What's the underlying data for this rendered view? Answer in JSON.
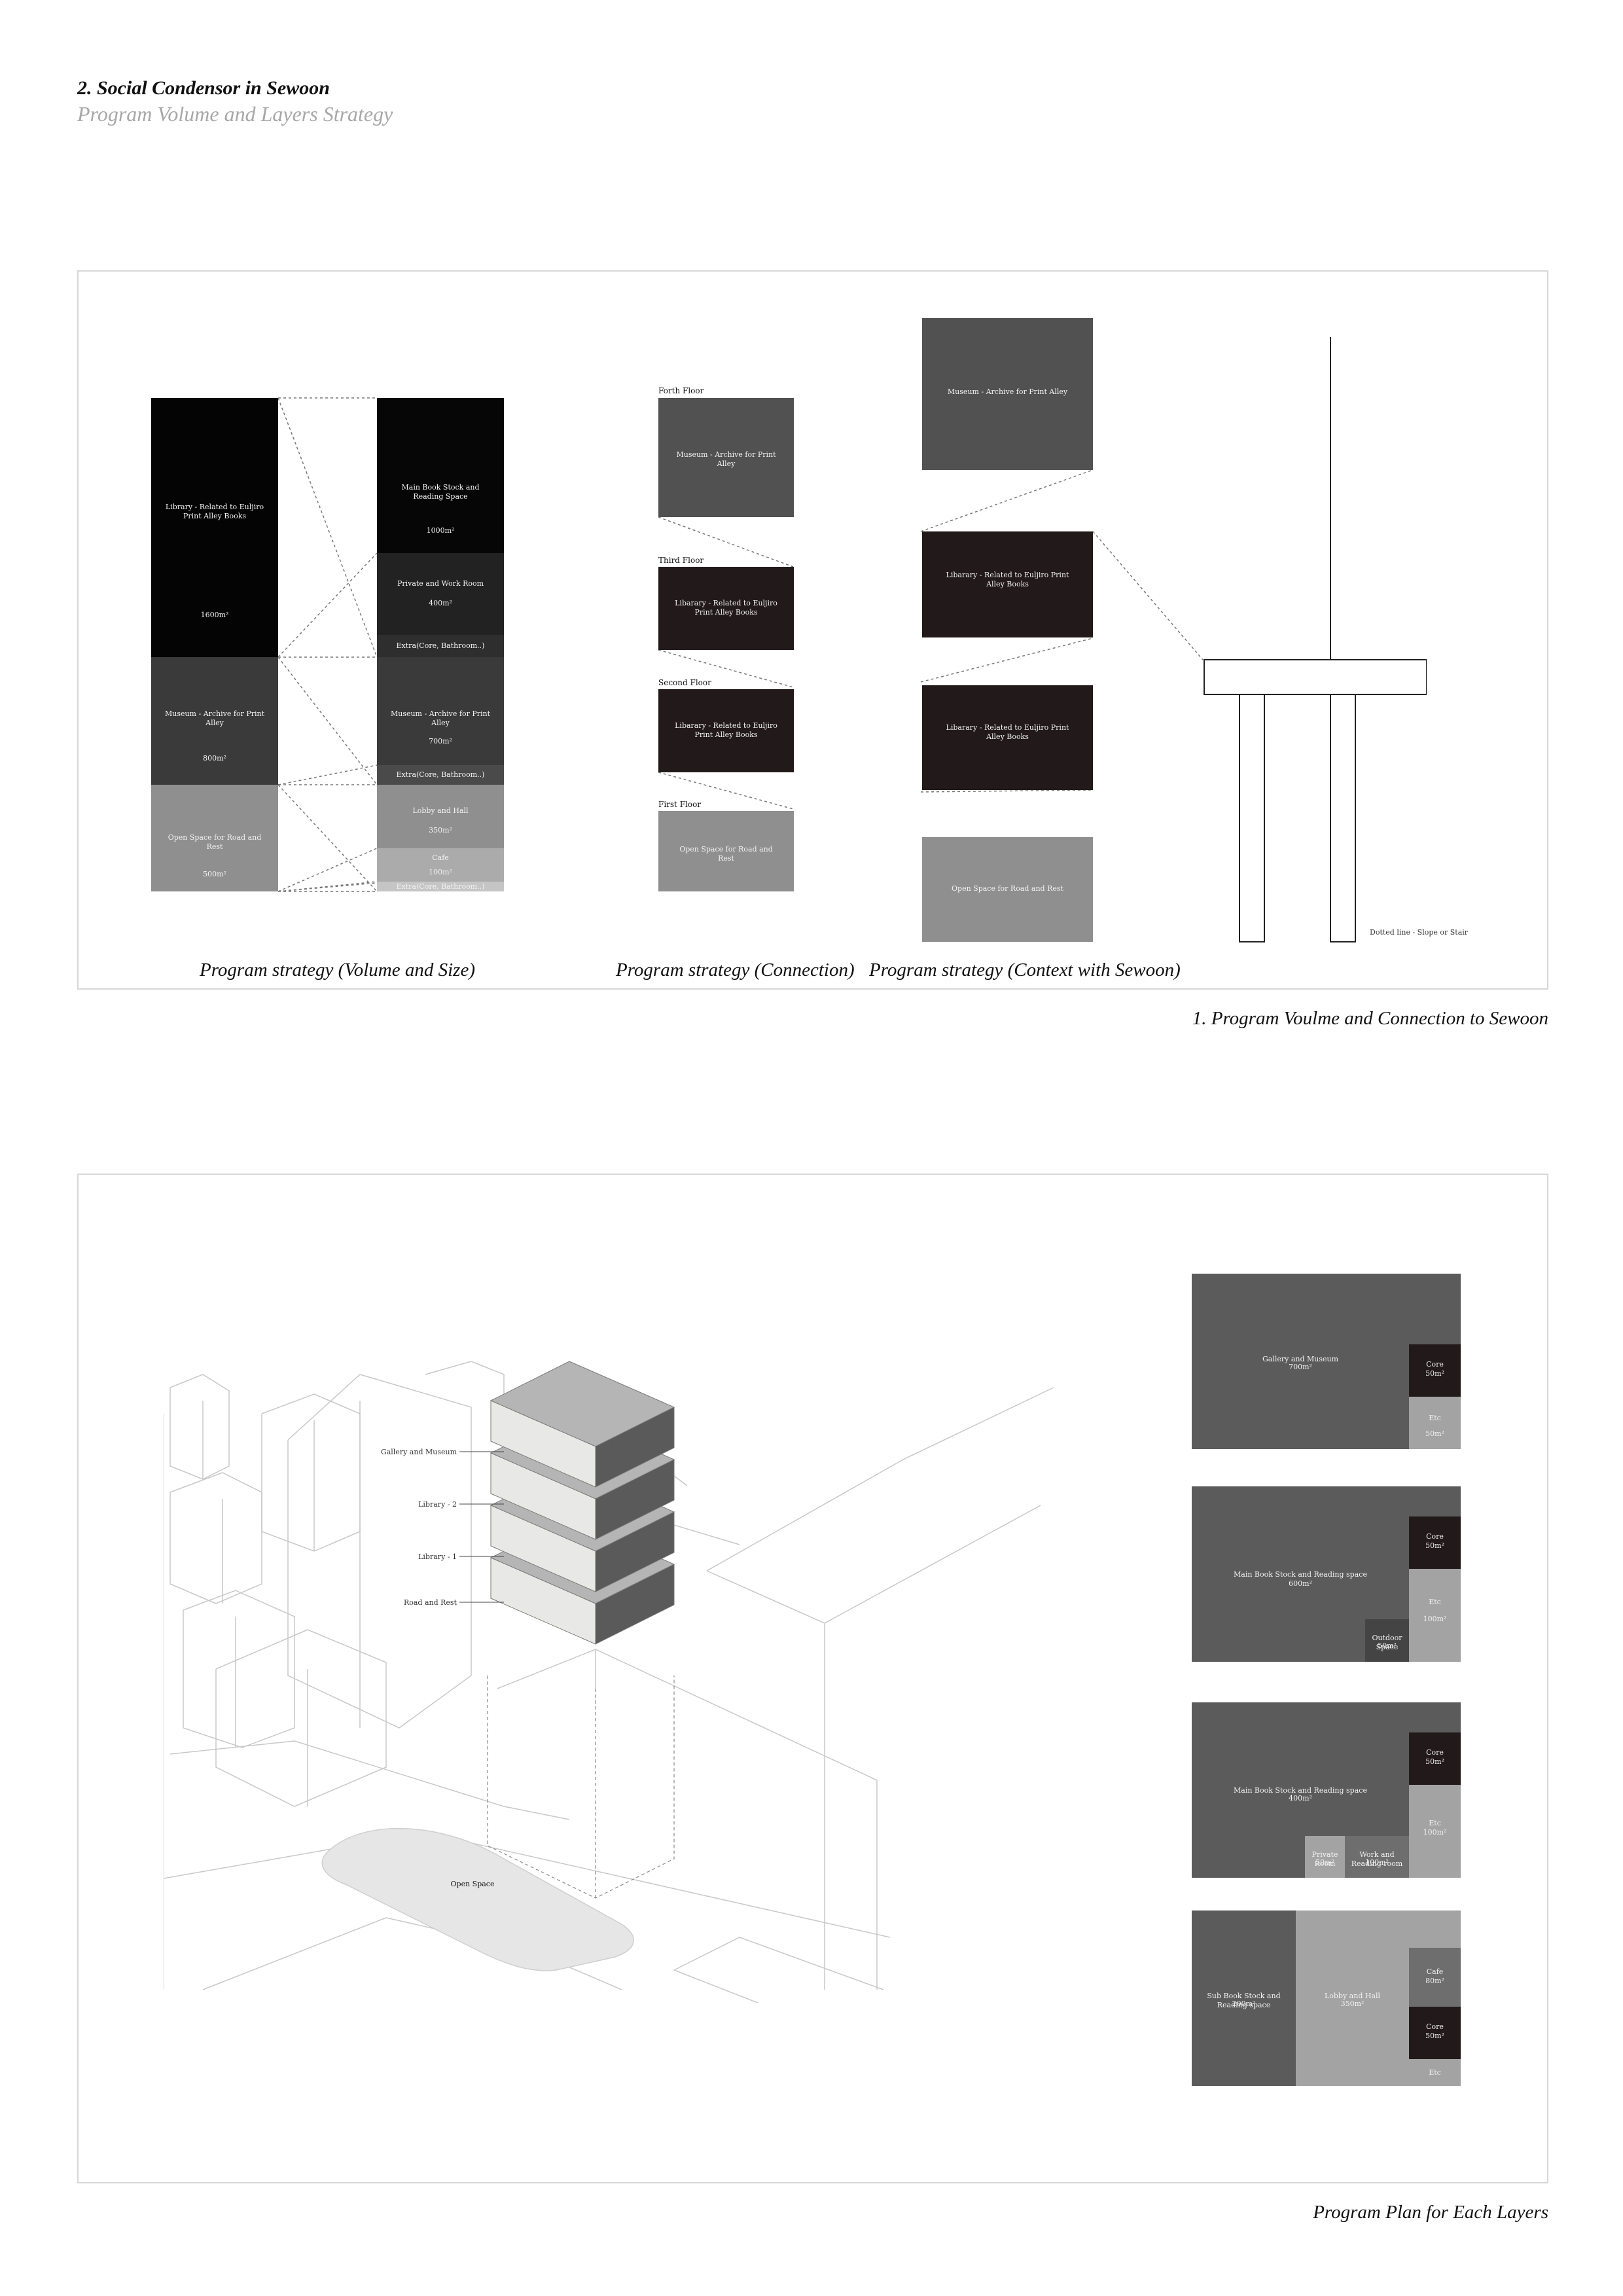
{
  "header": {
    "title": "2. Social Condensor in Sewoon",
    "subtitle": "Program Volume and Layers Strategy"
  },
  "volume": {
    "left": [
      {
        "label": "Library - Related to Euljiro Print Alley Books",
        "area": "1600m²",
        "color": "#040404"
      },
      {
        "label": "Museum - Archive for Print Alley",
        "area": "800m²",
        "color": "#3a3a3a"
      },
      {
        "label": "Open Space for Road and Rest",
        "area": "500m²",
        "color": "#8f8f8f"
      }
    ],
    "right": [
      {
        "label": "Main Book Stock and Reading Space",
        "area": "1000m²"
      },
      {
        "label": "Private and Work Room",
        "area": "400m²"
      },
      {
        "label": "Extra(Core, Bathroom..)",
        "area": ""
      },
      {
        "label": "Museum - Archive for Print Alley",
        "area": "700m²"
      },
      {
        "label": "Extra(Core, Bathroom..)",
        "area": ""
      },
      {
        "label": "Lobby and Hall",
        "area": "350m²"
      },
      {
        "label": "Cafe",
        "area": "100m²"
      },
      {
        "label": "Extra(Core, Bathroom..)",
        "area": ""
      }
    ]
  },
  "connection": {
    "floors": [
      {
        "floor": "Forth Floor",
        "label": "Museum - Archive for Print Alley"
      },
      {
        "floor": "Third Floor",
        "label": "Libarary - Related to Euljiro Print Alley Books"
      },
      {
        "floor": "Second Floor",
        "label": "Libarary - Related to Euljiro Print Alley Books"
      },
      {
        "floor": "First Floor",
        "label": "Open Space for Road and Rest"
      }
    ]
  },
  "context": {
    "blocks": [
      "Museum - Archive for Print Alley",
      "Libarary - Related to Euljiro Print Alley Books",
      "Libarary - Related to Euljiro Print Alley Books",
      "Open Space for Road and Rest"
    ],
    "legend": "Dotted line - Slope or Stair"
  },
  "captions": {
    "volume": "Program strategy (Volume and Size)",
    "connection": "Program strategy (Connection)",
    "context": "Program strategy (Context with Sewoon)",
    "panel1": "1. Program Voulme and Connection to Sewoon",
    "panel2": "Program Plan for Each Layers"
  },
  "axo": {
    "labels": [
      "Gallery and Museum",
      "Library - 2",
      "Library - 1",
      "Road and Rest"
    ],
    "open_space": "Open Space"
  },
  "plans": [
    {
      "main": {
        "label": "Gallery and Museum",
        "area": "700m²"
      },
      "core": {
        "label": "Core",
        "area": "50m²"
      },
      "etc": {
        "label": "Etc",
        "area": "50m²"
      }
    },
    {
      "main": {
        "label": "Main Book Stock and Reading space",
        "area": "600m²"
      },
      "core": {
        "label": "Core",
        "area": "50m²"
      },
      "etc": {
        "label": "Etc",
        "area": "100m²"
      },
      "extra": {
        "label": "Outdoor Space",
        "area": "50m²"
      }
    },
    {
      "main": {
        "label": "Main Book Stock and Reading space",
        "area": "400m²"
      },
      "core": {
        "label": "Core",
        "area": "50m²"
      },
      "etc": {
        "label": "Etc",
        "area": "100m²"
      },
      "private": {
        "label": "Private Room",
        "area": "50m²"
      },
      "work": {
        "label": "Work and Reading room",
        "area": "100m²"
      }
    },
    {
      "sub": {
        "label": "Sub Book Stock and Reading space",
        "area": "200m²"
      },
      "lobby": {
        "label": "Lobby and Hall",
        "area": "350m²"
      },
      "cafe": {
        "label": "Cafe",
        "area": "80m²"
      },
      "core": {
        "label": "Core",
        "area": "50m²"
      },
      "etc": {
        "label": "Etc",
        "area": ""
      }
    }
  ]
}
